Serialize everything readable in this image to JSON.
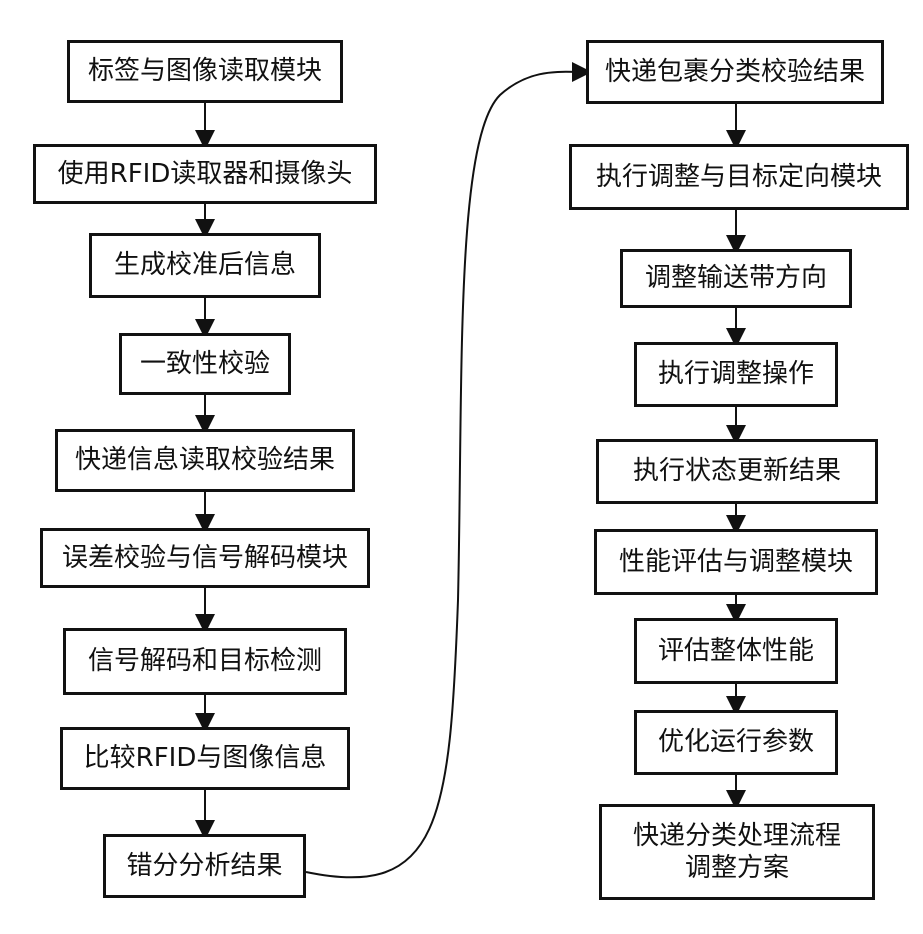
{
  "left_column": [
    "标签与图像读取模块",
    "使用RFID读取器和摄像头",
    "生成校准后信息",
    "一致性校验",
    "快递信息读取校验结果",
    "误差校验与信号解码模块",
    "信号解码和目标检测",
    "比较RFID与图像信息",
    "错分分析结果"
  ],
  "right_column": [
    "快递包裹分类校验结果",
    "执行调整与目标定向模块",
    "调整输送带方向",
    "执行调整操作",
    "执行状态更新结果",
    "性能评估与调整模块",
    "评估整体性能",
    "优化运行参数",
    "快递分类处理流程",
    "调整方案"
  ]
}
